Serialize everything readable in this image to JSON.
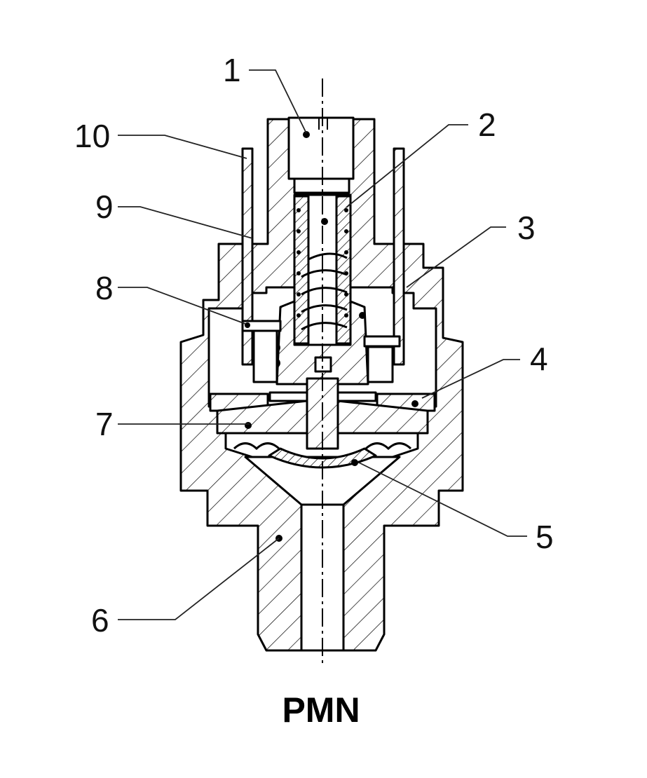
{
  "title": "PMN",
  "callouts": [
    {
      "id": "1",
      "label": "1"
    },
    {
      "id": "2",
      "label": "2"
    },
    {
      "id": "3",
      "label": "3"
    },
    {
      "id": "4",
      "label": "4"
    },
    {
      "id": "5",
      "label": "5"
    },
    {
      "id": "6",
      "label": "6"
    },
    {
      "id": "7",
      "label": "7"
    },
    {
      "id": "8",
      "label": "8"
    },
    {
      "id": "9",
      "label": "9"
    },
    {
      "id": "10",
      "label": "10"
    }
  ]
}
